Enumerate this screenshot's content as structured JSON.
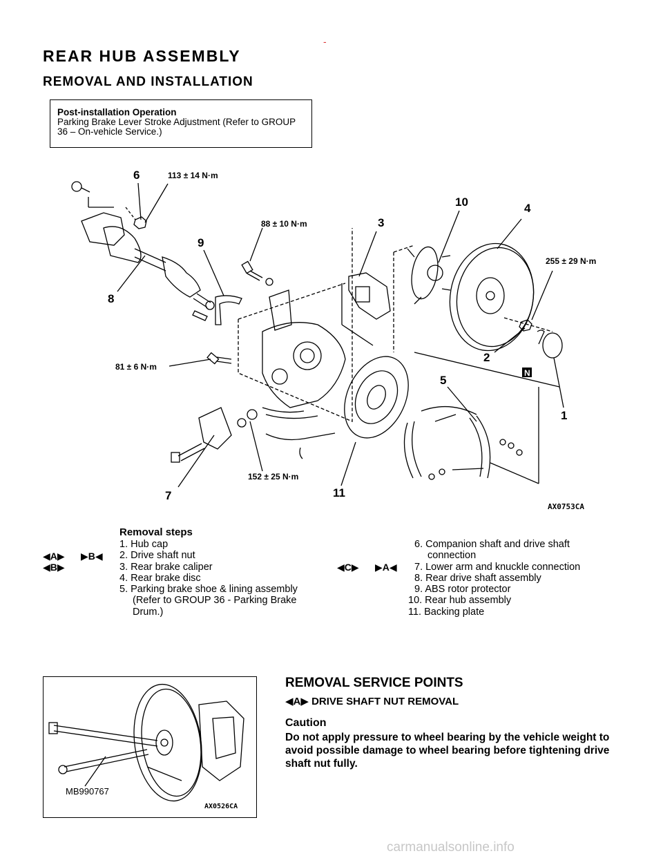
{
  "page": {
    "title": "REAR HUB ASSEMBLY",
    "subtitle": "REMOVAL AND INSTALLATION",
    "top_dash": "-"
  },
  "note": {
    "heading": "Post-installation Operation",
    "body": "Parking Brake Lever Stroke Adjustment (Refer to GROUP 36 – On-vehicle Service.)"
  },
  "diagram": {
    "code": "AX0753CA",
    "torques": {
      "t113": "113 ± 14 N·m",
      "t88": "88 ± 10 N·m",
      "t255": "255 ± 29 N·m",
      "t81": "81 ± 6 N·m",
      "t152": "152 ± 25 N·m"
    },
    "callouts": [
      "1",
      "2",
      "3",
      "4",
      "5",
      "6",
      "7",
      "8",
      "9",
      "10",
      "11"
    ],
    "new_part_mark": "N"
  },
  "removal": {
    "title": "Removal steps",
    "left_markers": [
      "◀A▶",
      "▶B◀",
      "◀B▶"
    ],
    "right_markers": [
      "◀C▶",
      "▶A◀"
    ],
    "steps_left": [
      "1. Hub cap",
      "2. Drive shaft nut",
      "3. Rear brake caliper",
      "4. Rear brake disc",
      "5. Parking brake shoe & lining assembly",
      "(Refer to GROUP 36 - Parking Brake",
      "Drum.)"
    ],
    "steps_right": [
      "6. Companion shaft and drive shaft",
      "connection",
      "7. Lower arm and knuckle connection",
      "8. Rear drive shaft assembly",
      "9. ABS rotor protector",
      "10. Rear hub assembly",
      "11. Backing plate"
    ]
  },
  "photo": {
    "tool_label": "MB990767",
    "code": "AX0526CA"
  },
  "service": {
    "title": "REMOVAL SERVICE POINTS",
    "marker": "◀A▶",
    "subtitle": "DRIVE SHAFT NUT REMOVAL",
    "caution_title": "Caution",
    "caution_body": "Do not apply pressure to wheel bearing by the vehicle weight to avoid possible damage to wheel bearing before tightening drive shaft nut fully."
  },
  "watermark": "carmanualsonline.info"
}
